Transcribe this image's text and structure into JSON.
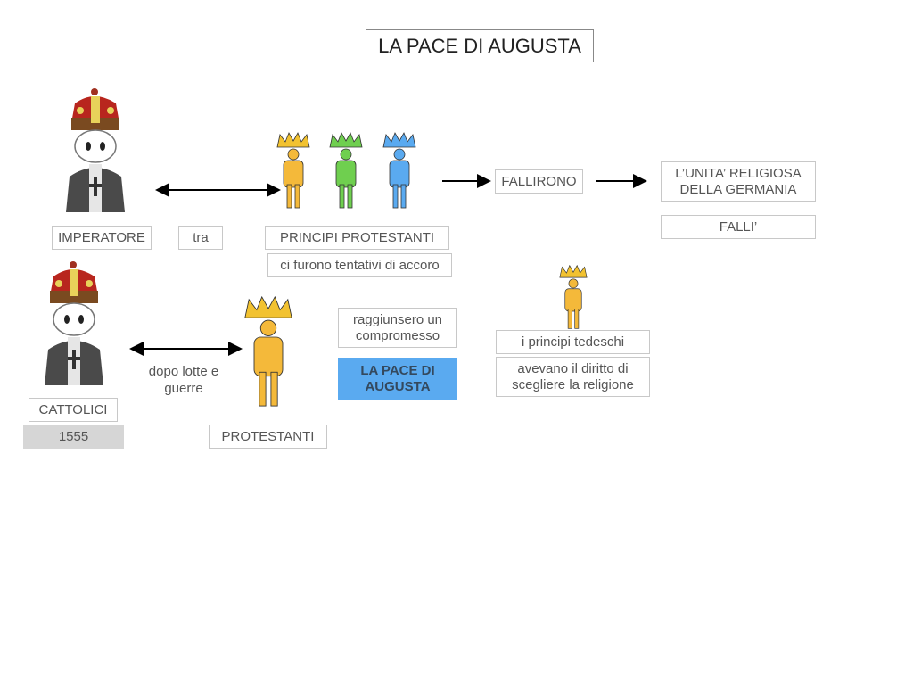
{
  "title": "LA PACE DI AUGUSTA",
  "top_row": {
    "emperor_label": "IMPERATORE",
    "connector": "tra",
    "princes_label": "PRINCIPI PROTESTANTI",
    "attempts": "ci furono tentativi di accoro",
    "failed": "FALLIRONO",
    "unity": "L’UNITA’ RELIGIOSA DELLA GERMANIA",
    "unity_failed": "FALLI’"
  },
  "bottom_row": {
    "catholics_label": "CATTOLICI",
    "year": "1555",
    "struggle": "dopo lotte e guerre",
    "protestants_label": "PROTESTANTI",
    "compromise": "raggiunsero un compromesso",
    "peace": "LA PACE DI AUGUSTA",
    "german_princes": "i principi tedeschi",
    "right": "avevano il diritto di scegliere la religione"
  },
  "colors": {
    "highlight": "#5aaaf0",
    "year_bg": "#d6d6d6",
    "crown": "#f2c230",
    "prince_yellow": "#f4b93a",
    "prince_green": "#6fcf4f",
    "prince_blue": "#5aaaf0"
  }
}
